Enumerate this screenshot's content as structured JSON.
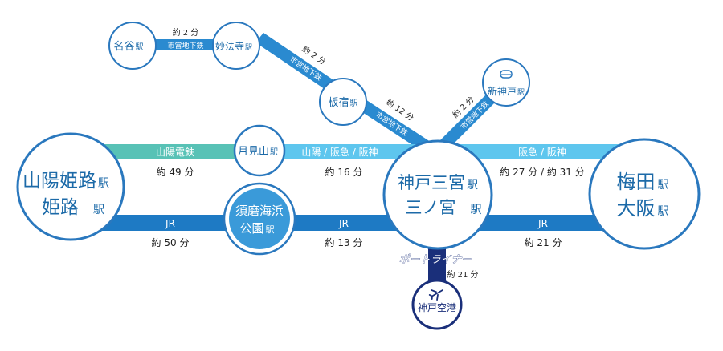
{
  "colors": {
    "station_stroke": "#2a78be",
    "station_text": "#1c6aa8",
    "station_fill": "#ffffff",
    "highlight_fill": "#3a9ad9",
    "jr_band": "#1e7ac4",
    "hankyu_band": "#5ec6ee",
    "sanyo_band": "#58c2b6",
    "subway_band": "#2a8ad0",
    "portliner_band": "#1a2f7a",
    "band_label": "#ffffff",
    "time_label": "#222222"
  },
  "stations": {
    "himeji": {
      "line1": "山陽姫路",
      "suffix1": "駅",
      "line2": "姫路",
      "suffix2": "駅"
    },
    "tsukimiyama": {
      "name": "月見山",
      "suffix": "駅"
    },
    "sumaurahama": {
      "line1": "須磨海浜",
      "line2": "公園",
      "suffix": "駅"
    },
    "kobe": {
      "line1": "神戸三宮",
      "suffix1": "駅",
      "line2": "三ノ宮",
      "suffix2": "駅"
    },
    "umeda": {
      "line1": "梅田",
      "suffix1": "駅",
      "line2": "大阪",
      "suffix2": "駅"
    },
    "myodani": {
      "name": "名谷",
      "suffix": "駅"
    },
    "myohoji": {
      "name": "妙法寺",
      "suffix": "駅"
    },
    "itayado": {
      "name": "板宿",
      "suffix": "駅"
    },
    "shinkobe": {
      "name": "新神戸",
      "suffix": "駅",
      "icon": "shinkansen-icon"
    },
    "kobeairport": {
      "name": "神戸空港",
      "icon": "airplane-icon"
    }
  },
  "segments": {
    "sanyo_denki": {
      "band_label": "山陽電鉄",
      "time": "約 49 分"
    },
    "sanyo_hankyu_hanshin": {
      "band_label": "山陽 / 阪急 / 阪神",
      "time": "約 16 分"
    },
    "hankyu_hanshin": {
      "band_label": "阪急 / 阪神",
      "time": "約 27 分 / 約 31 分"
    },
    "jr_himeji": {
      "band_label": "JR",
      "time": "約 50 分"
    },
    "jr_suma": {
      "band_label": "JR",
      "time": "約 13 分"
    },
    "jr_osaka": {
      "band_label": "JR",
      "time": "約 21 分"
    },
    "subway_myodani": {
      "time": "約 2 分",
      "band_label": "市営地下鉄"
    },
    "subway_myohoji": {
      "time": "約 2 分",
      "band_label": "市営地下鉄"
    },
    "subway_itayado": {
      "time": "約 12 分",
      "band_label": "市営地下鉄"
    },
    "subway_shinkobe": {
      "time": "約 2 分",
      "band_label": "市営地下鉄"
    },
    "portliner": {
      "line_name": "ポートライナー",
      "time": "約 21 分"
    }
  }
}
